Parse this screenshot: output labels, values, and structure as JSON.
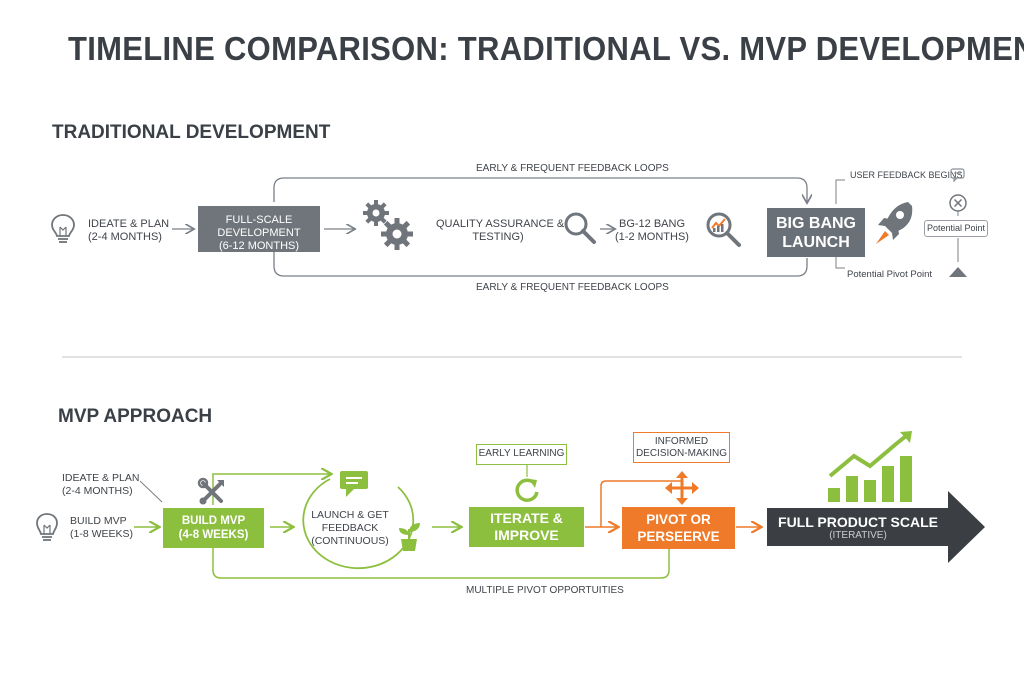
{
  "title": "TIMELINE COMPARISON: TRADITIONAL VS. MVP DEVELOPMENT",
  "traditional": {
    "heading": "TRADITIONAL DEVELOPMENT",
    "loop_top": "EARLY & FREQUENT FEEDBACK LOOPS",
    "loop_bottom": "EARLY & FREQUENT FEEDBACK LOOPS",
    "ideate_line1": "IDEATE & PLAN",
    "ideate_line2": "(2-4 MONTHS)",
    "fullscale_line1": "FULL-SCALE",
    "fullscale_line2": "DEVELOPMENT",
    "fullscale_line3": "(6-12 MONTHS)",
    "qa_line1": "QUALITY ASSURANCE &",
    "qa_line2": "TESTING)",
    "bigbang_line1": "BG-12 BANG",
    "bigbang_line2": "(1-2 MONTHS)",
    "launch_line1": "BIG BANG",
    "launch_line2": "LAUNCH",
    "user_feedback": "USER FEEDBACK BEGINS",
    "potential_point": "Potential Point",
    "pivot_point": "Potential Pivot Point"
  },
  "mvp": {
    "heading": "MVP APPROACH",
    "ideate_line1": "IDEATE & PLAN",
    "ideate_line2": "(2-4 MONTHS)",
    "build_left_line1": "BUILD MVP",
    "build_left_line2": "(1-8 WEEKS)",
    "build_line1": "BUILD MVP",
    "build_line2": "(4-8 WEEKS)",
    "launch_line1": "LAUNCH & GET",
    "launch_line2": "FEEDBACK",
    "launch_line3": "(CONTINUOUS)",
    "early_learning": "EARLY LEARNING",
    "iterate_line1": "ITERATE &",
    "iterate_line2": "IMPROVE",
    "informed_line1": "INFORMED",
    "informed_line2": "DECISION-MAKING",
    "pivot_line1": "PIVOT OR",
    "pivot_line2": "PERSEERVE",
    "fullscale_line1": "FULL PRODUCT SCALE",
    "fullscale_line2": "(ITERATIVE)",
    "multiple_pivot": "MULTIPLE PIVOT OPPORTUITIES"
  },
  "colors": {
    "green": "#8dbf3f",
    "orange": "#ee7a2a",
    "gray_box": "#6f757b",
    "dark_arrow": "#3b3f44",
    "text": "#3b4047"
  },
  "icons": [
    "lightbulb-icon",
    "gears-icon",
    "magnifier-icon",
    "magnifier-chart-icon",
    "rocket-icon",
    "close-circle-icon",
    "chat-icon",
    "wrench-icon",
    "plant-icon",
    "refresh-icon",
    "move-arrows-icon",
    "growth-chart-icon"
  ]
}
